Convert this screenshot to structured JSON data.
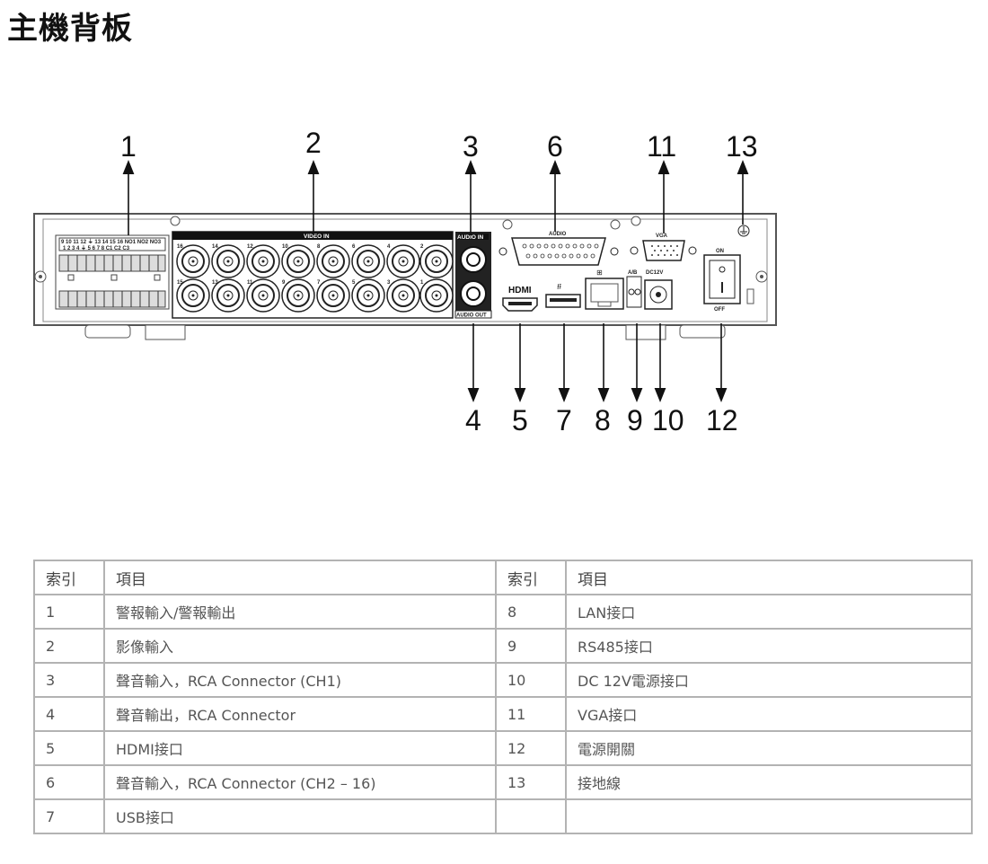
{
  "page_title": "主機背板",
  "callouts": [
    "1",
    "2",
    "3",
    "6",
    "11",
    "13",
    "4",
    "5",
    "7",
    "8",
    "9",
    "10",
    "12"
  ],
  "panel_labels": {
    "video_in": "VIDEO IN",
    "audio_in": "AUDIO IN",
    "audio_out": "AUDIO OUT",
    "audio": "AUDIO",
    "vga": "VGA",
    "hdmi": "HDMI",
    "ab": "A/B",
    "dc12v": "DC12V",
    "on": "ON",
    "off": "OFF",
    "alarm_top": "9 10 11 12 ⏚ 13 14 15 16 NO1 NO2 NO3",
    "alarm_bottom": "1 2 3 4 ⏚ 5 6 7 8 C1 C2 C3",
    "bnc_top": [
      "16",
      "14",
      "12",
      "10",
      "8",
      "6",
      "4",
      "2"
    ],
    "bnc_bottom": [
      "15",
      "13",
      "11",
      "9",
      "7",
      "5",
      "3",
      "1"
    ]
  },
  "table": {
    "header": [
      "索引",
      "項目",
      "索引",
      "項目"
    ],
    "rows": [
      [
        "1",
        "警報輸入/警報輸出",
        "8",
        "LAN接口"
      ],
      [
        "2",
        "影像輸入",
        "9",
        "RS485接口"
      ],
      [
        "3",
        "聲音輸入，RCA Connector (CH1)",
        "10",
        "DC 12V電源接口"
      ],
      [
        "4",
        "聲音輸出，RCA Connector",
        "11",
        "VGA接口"
      ],
      [
        "5",
        "HDMI接口",
        "12",
        "電源開關"
      ],
      [
        "6",
        "聲音輸入，RCA Connector (CH2 – 16)",
        "13",
        "接地線"
      ],
      [
        "7",
        "USB接口",
        "",
        ""
      ]
    ]
  }
}
